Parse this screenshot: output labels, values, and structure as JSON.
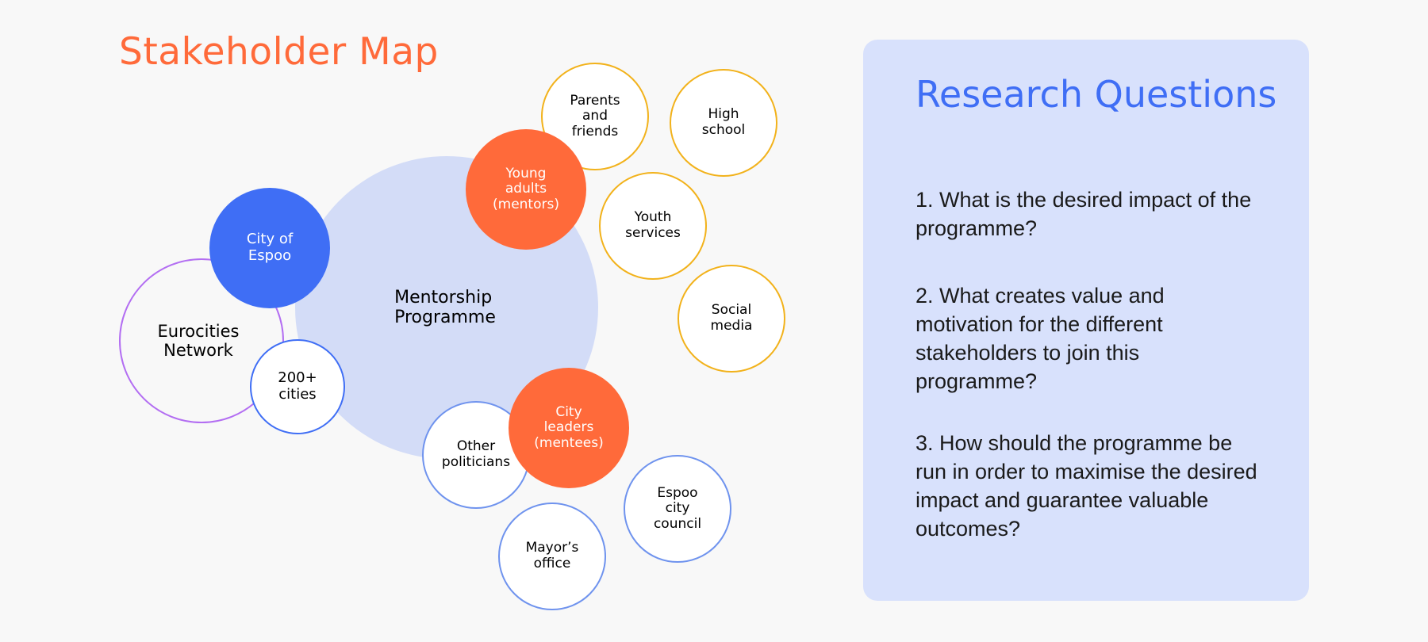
{
  "map": {
    "title": "Stakeholder Map",
    "nodes": {
      "mentorship": "Mentorship\nProgramme",
      "espoo": "City of\nEspoo",
      "eurocities": "Eurocities\nNetwork",
      "cities200": "200+\ncities",
      "young_adults": "Young\nadults\n(mentors)",
      "parents": "Parents\nand\nfriends",
      "high_school": "High\nschool",
      "youth_services": "Youth\nservices",
      "social_media": "Social\nmedia",
      "city_leaders": "City\nleaders\n(mentees)",
      "other_politicians": "Other\npoliticians",
      "council": "Espoo\ncity\ncouncil",
      "mayor": "Mayor’s\noffice"
    }
  },
  "research": {
    "title": "Research Questions",
    "questions": [
      "1. What is the desired impact of the programme?",
      "2. What creates value and motivation for the different stakeholders to join this programme?",
      "3. How should the programme be run in order to maximise the desired impact and guarantee valuable outcomes?"
    ]
  },
  "colors": {
    "accent_orange": "#ff6a3a",
    "accent_blue": "#3f6ef5",
    "panel_bg": "#d8e1fc",
    "ring_yellow": "#f2b21b",
    "ring_purple": "#b36ef2",
    "ring_blue": "#6f93ee"
  }
}
